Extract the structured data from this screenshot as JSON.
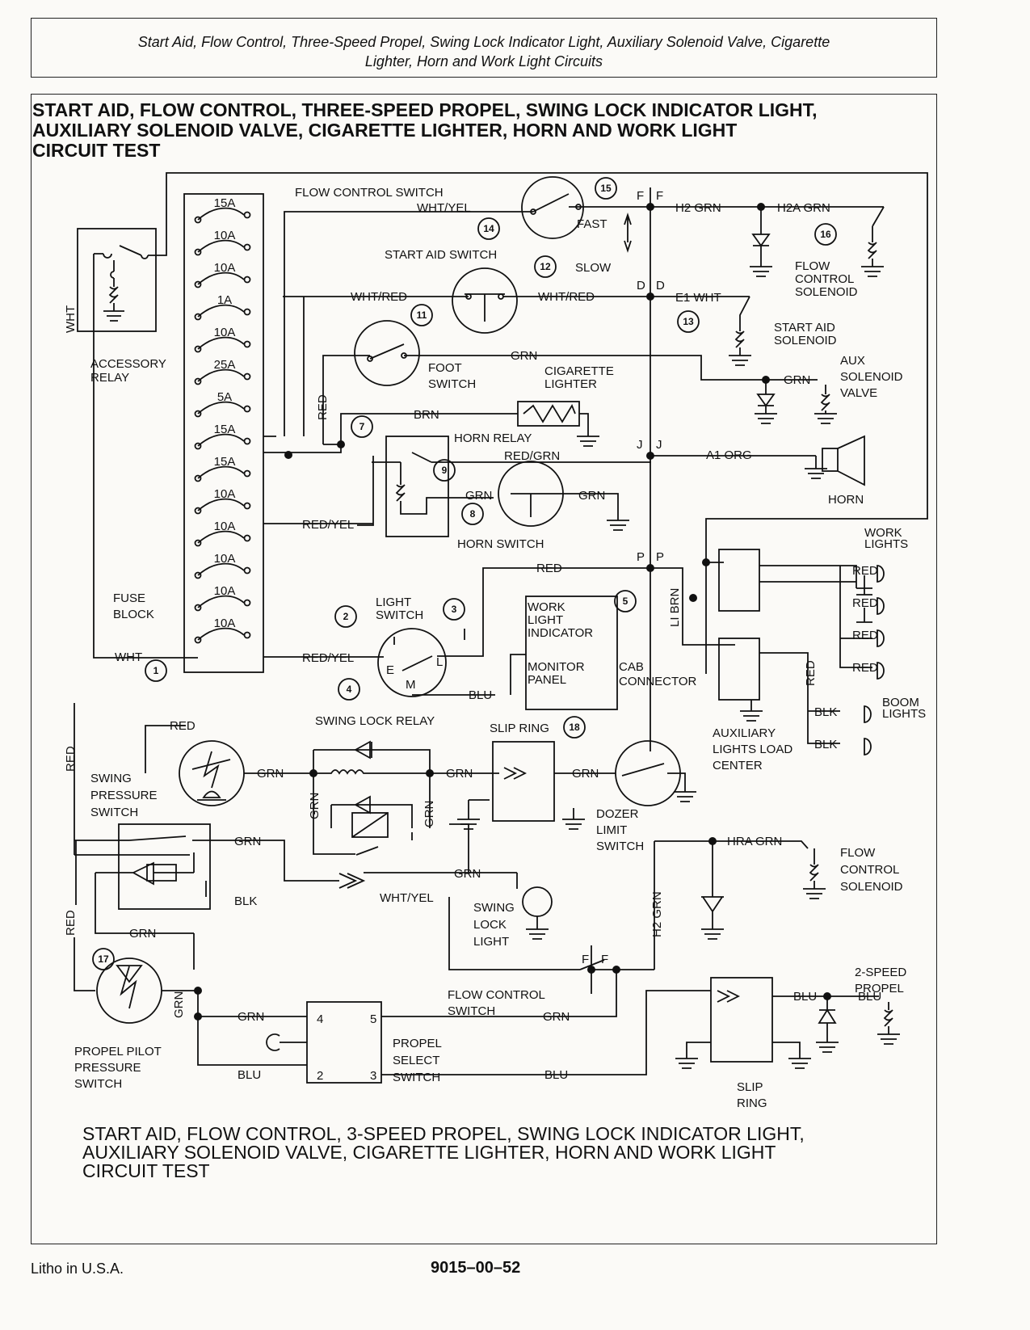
{
  "header": {
    "line1": "Start Aid, Flow Control, Three-Speed Propel, Swing Lock Indicator Light, Auxiliary Solenoid Valve, Cigarette",
    "line2": "Lighter, Horn and Work Light Circuits"
  },
  "title": {
    "line1": "START AID, FLOW CONTROL, THREE-SPEED PROPEL, SWING LOCK INDICATOR LIGHT,",
    "line2": "AUXILIARY SOLENOID VALVE, CIGARETTE LIGHTER, HORN AND WORK LIGHT",
    "line3": "CIRCUIT TEST"
  },
  "bottom_title": {
    "line1": "START AID, FLOW CONTROL, 3-SPEED PROPEL, SWING LOCK INDICATOR LIGHT,",
    "line2": "AUXILIARY SOLENOID VALVE, CIGARETTE LIGHTER, HORN AND WORK LIGHT",
    "line3": "CIRCUIT TEST"
  },
  "footer": {
    "litho": "Litho in U.S.A.",
    "page": "9015–00–52"
  },
  "fuses": [
    "15A",
    "10A",
    "10A",
    "1A",
    "10A",
    "25A",
    "5A",
    "15A",
    "15A",
    "10A",
    "10A",
    "10A",
    "10A",
    "10A"
  ],
  "components": {
    "fuse_block": [
      "FUSE",
      "BLOCK"
    ],
    "accessory_relay": [
      "ACCESSORY",
      "RELAY"
    ],
    "flow_control_switch": "FLOW CONTROL SWITCH",
    "fast": "FAST",
    "slow": "SLOW",
    "start_aid_switch": "START AID SWITCH",
    "foot_switch": [
      "FOOT",
      "SWITCH"
    ],
    "cigarette_lighter": [
      "CIGARETTE",
      "LIGHTER"
    ],
    "horn_relay": "HORN RELAY",
    "horn_switch": "HORN SWITCH",
    "horn": "HORN",
    "light_switch": [
      "LIGHT",
      "SWITCH"
    ],
    "work_light_indicator": [
      "WORK",
      "LIGHT",
      "INDICATOR"
    ],
    "monitor_panel": [
      "MONITOR",
      "PANEL"
    ],
    "cab_connector": [
      "CAB",
      "CONNECTOR"
    ],
    "flow_control_solenoid": [
      "FLOW",
      "CONTROL",
      "SOLENOID"
    ],
    "start_aid_solenoid": [
      "START AID",
      "SOLENOID"
    ],
    "aux_solenoid_valve": [
      "AUX",
      "SOLENOID",
      "VALVE"
    ],
    "work_lights": [
      "WORK",
      "LIGHTS"
    ],
    "boom_lights": [
      "BOOM",
      "LIGHTS"
    ],
    "aux_lights_load_center": [
      "AUXILIARY",
      "LIGHTS LOAD",
      "CENTER"
    ],
    "swing_lock_relay": "SWING LOCK RELAY",
    "slip_ring": "SLIP RING",
    "swing_pressure_switch": [
      "SWING",
      "PRESSURE",
      "SWITCH"
    ],
    "dozer_limit_switch": [
      "DOZER",
      "LIMIT",
      "SWITCH"
    ],
    "flow_control_solenoid_2": [
      "FLOW",
      "CONTROL",
      "SOLENOID"
    ],
    "swing_lock_light": [
      "SWING",
      "LOCK",
      "LIGHT"
    ],
    "flow_control_switch_2": [
      "FLOW CONTROL",
      "SWITCH"
    ],
    "two_speed_propel": [
      "2-SPEED",
      "PROPEL"
    ],
    "propel_pilot_pressure_switch": [
      "PROPEL PILOT",
      "PRESSURE",
      "SWITCH"
    ],
    "propel_select_switch": [
      "PROPEL",
      "SELECT",
      "SWITCH"
    ],
    "slip_ring_2": [
      "SLIP",
      "RING"
    ]
  },
  "wires": {
    "wht": "WHT",
    "wht_yel": "WHT/YEL",
    "wht_red": "WHT/RED",
    "grn": "GRN",
    "brn": "BRN",
    "red": "RED",
    "red_grn": "RED/GRN",
    "red_yel": "RED/YEL",
    "blu": "BLU",
    "blk": "BLK",
    "h2_grn": "H2  GRN",
    "h2a_grn": "H2A  GRN",
    "e1_wht": "E1  WHT",
    "a1_org": "A1  ORG",
    "li_brn": "LI BRN",
    "hra_grn": "HRA GRN",
    "h2_grn_v": "H2 GRN"
  },
  "connector_letters": {
    "f": "F",
    "d": "D",
    "j": "J",
    "p": "P"
  },
  "switch_terminals": {
    "e": "E",
    "m": "M",
    "l": "L"
  },
  "propel_pins": [
    "4",
    "5",
    "2",
    "3"
  ],
  "callouts": [
    "1",
    "2",
    "3",
    "4",
    "5",
    "7",
    "8",
    "9",
    "11",
    "12",
    "13",
    "14",
    "15",
    "16",
    "17",
    "18"
  ]
}
